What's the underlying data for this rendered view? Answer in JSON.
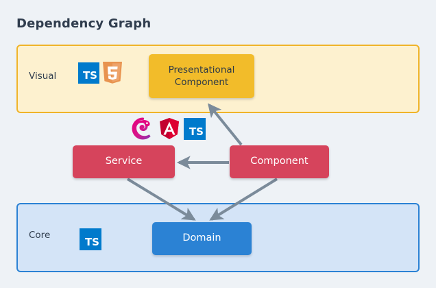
{
  "diagram": {
    "title": "Dependency Graph",
    "background_color": "#eef2f6",
    "title_color": "#303d4e"
  },
  "layers": [
    {
      "id": "visual",
      "label": "Visual",
      "fill": "#fdf1cf",
      "border": "#f0b429",
      "tech_icons": [
        "typescript-icon",
        "html5-icon"
      ]
    },
    {
      "id": "core",
      "label": "Core",
      "fill": "#d4e4f7",
      "border": "#2b82d4",
      "tech_icons": [
        "typescript-icon"
      ]
    }
  ],
  "middle_tech_icons": [
    "rxjs-icon",
    "angular-icon",
    "typescript-icon"
  ],
  "nodes": [
    {
      "id": "presentational-component",
      "label_line1": "Presentational",
      "label_line2": "Component",
      "fill": "#f2bc2a",
      "text_color": "#2e3a46",
      "layer": "visual"
    },
    {
      "id": "service",
      "label": "Service",
      "fill": "#d6445c",
      "text_color": "#ffffff",
      "layer": "middle"
    },
    {
      "id": "component",
      "label": "Component",
      "fill": "#d6445c",
      "text_color": "#ffffff",
      "layer": "middle"
    },
    {
      "id": "domain",
      "label": "Domain",
      "fill": "#2b82d4",
      "text_color": "#ffffff",
      "layer": "core"
    }
  ],
  "edges": [
    {
      "from": "component",
      "to": "presentational-component",
      "color": "#7b8b9a"
    },
    {
      "from": "component",
      "to": "service",
      "color": "#7b8b9a"
    },
    {
      "from": "service",
      "to": "domain",
      "color": "#7b8b9a"
    },
    {
      "from": "component",
      "to": "domain",
      "color": "#7b8b9a"
    }
  ],
  "icon_labels": {
    "typescript": "TS",
    "html5": "5",
    "angular": "A"
  }
}
